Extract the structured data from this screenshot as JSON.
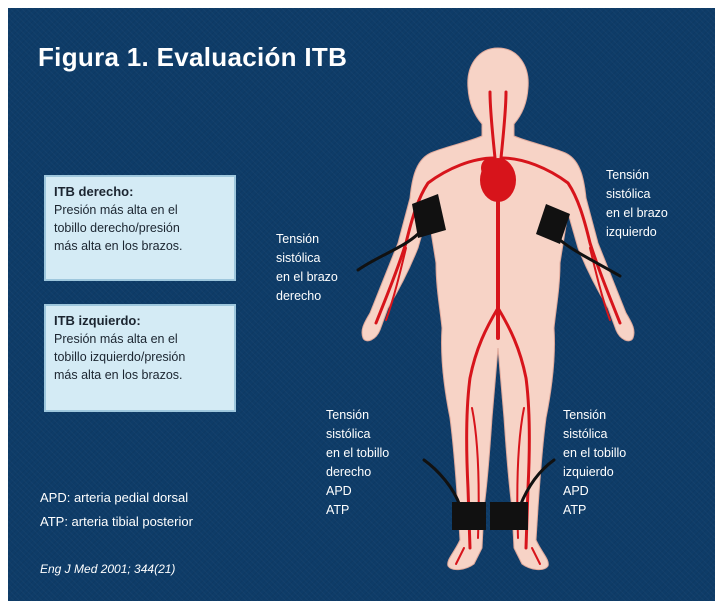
{
  "title": "Figura 1. Evaluación ITB",
  "box_right": {
    "heading": "ITB derecho:",
    "lines": [
      "Presión más alta en el",
      "tobillo derecho/presión",
      "más alta en los brazos."
    ]
  },
  "box_left": {
    "heading": "ITB izquierdo:",
    "lines": [
      "Presión más alta en el",
      "tobillo izquierdo/presión",
      "más alta en los brazos."
    ]
  },
  "label_arm_right": [
    "Tensión",
    "sistólica",
    "en el brazo",
    "derecho"
  ],
  "label_arm_left": [
    "Tensión",
    "sistólica",
    "en el brazo",
    "izquierdo"
  ],
  "label_ankle_right": [
    "Tensión",
    "sistólica",
    "en el tobillo",
    "derecho",
    "APD",
    "ATP"
  ],
  "label_ankle_left": [
    "Tensión",
    "sistólica",
    "en el tobillo",
    "izquierdo",
    "APD",
    "ATP"
  ],
  "legend": [
    "APD: arteria pedial dorsal",
    "ATP: arteria tibial posterior"
  ],
  "source": "Eng J Med 2001; 344(21)",
  "colors": {
    "background": "#0e3c68",
    "box_fill": "#d4ebf5",
    "body_skin": "#f7d3c6",
    "artery": "#d7141b",
    "cuff": "#111111"
  }
}
